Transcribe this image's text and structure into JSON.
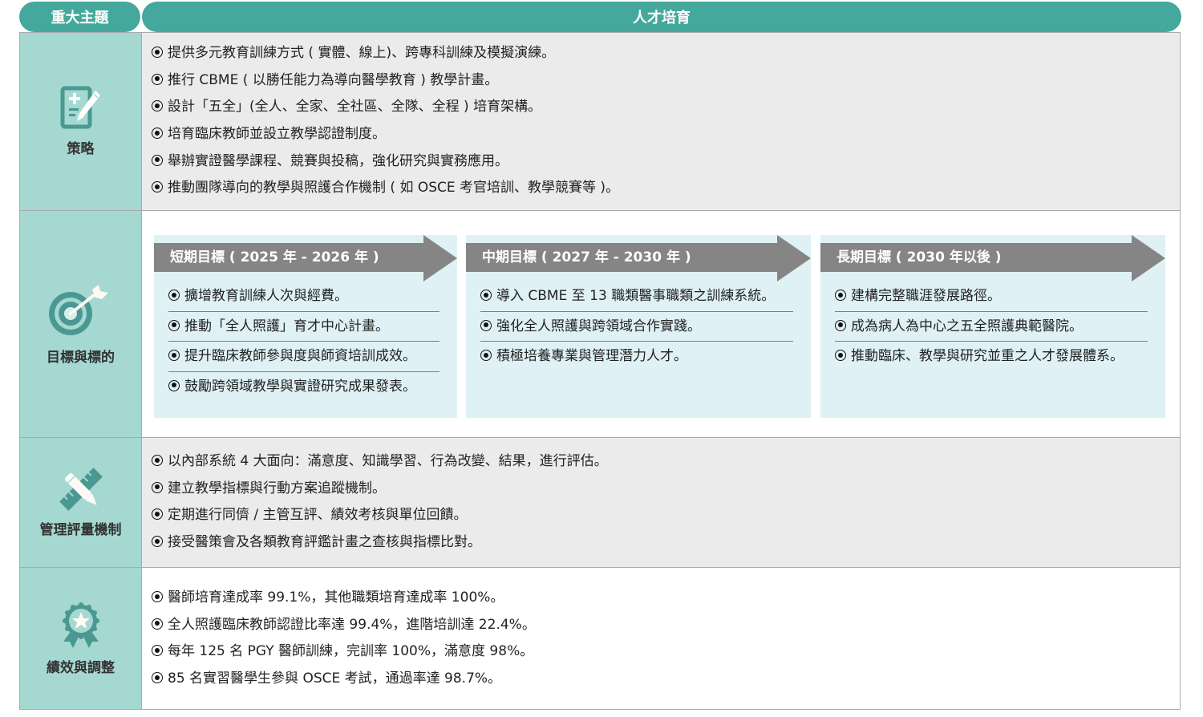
{
  "header": {
    "left_label": "重大主題",
    "right_label": "人才培育",
    "color": "#44a89d"
  },
  "colors": {
    "label_bg": "#a5d8d1",
    "grey_bg": "#ebebeb",
    "card_bg": "#dff1f5",
    "arrow_bg": "#858585",
    "icon_teal": "#4a9891"
  },
  "rows": {
    "strategy": {
      "label": "策略",
      "icon": "clipboard-pen-icon",
      "items": [
        "提供多元教育訓練方式 ( 實體、線上)、跨專科訓練及模擬演練。",
        "推行 CBME ( 以勝任能力為導向醫學教育 ) 教學計畫。",
        "設計「五全」(全人、全家、全社區、全隊、全程 ) 培育架構。",
        "培育臨床教師並設立教學認證制度。",
        "舉辦實證醫學課程、競賽與投稿，強化研究與實務應用。",
        "推動團隊導向的教學與照護合作機制 ( 如 OSCE 考官培訓、教學競賽等 )。"
      ]
    },
    "goals": {
      "label": "目標與標的",
      "icon": "target-arrow-icon",
      "cards": [
        {
          "title": "短期目標 ( 2025 年 - 2026 年 )",
          "items": [
            "擴增教育訓練人次與經費。",
            "推動「全人照護」育才中心計畫。",
            "提升臨床教師參與度與師資培訓成效。",
            "鼓勵跨領域教學與實證研究成果發表。"
          ]
        },
        {
          "title": "中期目標 ( 2027 年 - 2030 年 )",
          "items": [
            "導入 CBME 至 13 職類醫事職類之訓練系統。",
            "強化全人照護與跨領域合作實踐。",
            "積極培養專業與管理潛力人才。"
          ]
        },
        {
          "title": "長期目標 ( 2030 年以後 )",
          "items": [
            "建構完整職涯發展路徑。",
            "成為病人為中心之五全照護典範醫院。",
            "推動臨床、教學與研究並重之人才發展體系。"
          ]
        }
      ]
    },
    "management": {
      "label": "管理評量機制",
      "icon": "ruler-pencil-icon",
      "items": [
        "以內部系統 4 大面向：滿意度、知識學習、行為改變、結果，進行評估。",
        "建立教學指標與行動方案追蹤機制。",
        "定期進行同儕 / 主管互評、績效考核與單位回饋。",
        "接受醫策會及各類教育評鑑計畫之查核與指標比對。"
      ]
    },
    "performance": {
      "label": "績效與調整",
      "icon": "award-ribbon-icon",
      "items": [
        "醫師培育達成率 99.1%，其他職類培育達成率 100%。",
        "全人照護臨床教師認證比率達 99.4%，進階培訓達 22.4%。",
        "每年 125 名 PGY 醫師訓練，完訓率 100%，滿意度 98%。",
        "85 名實習醫學生參與 OSCE 考試，通過率達 98.7%。"
      ]
    }
  }
}
